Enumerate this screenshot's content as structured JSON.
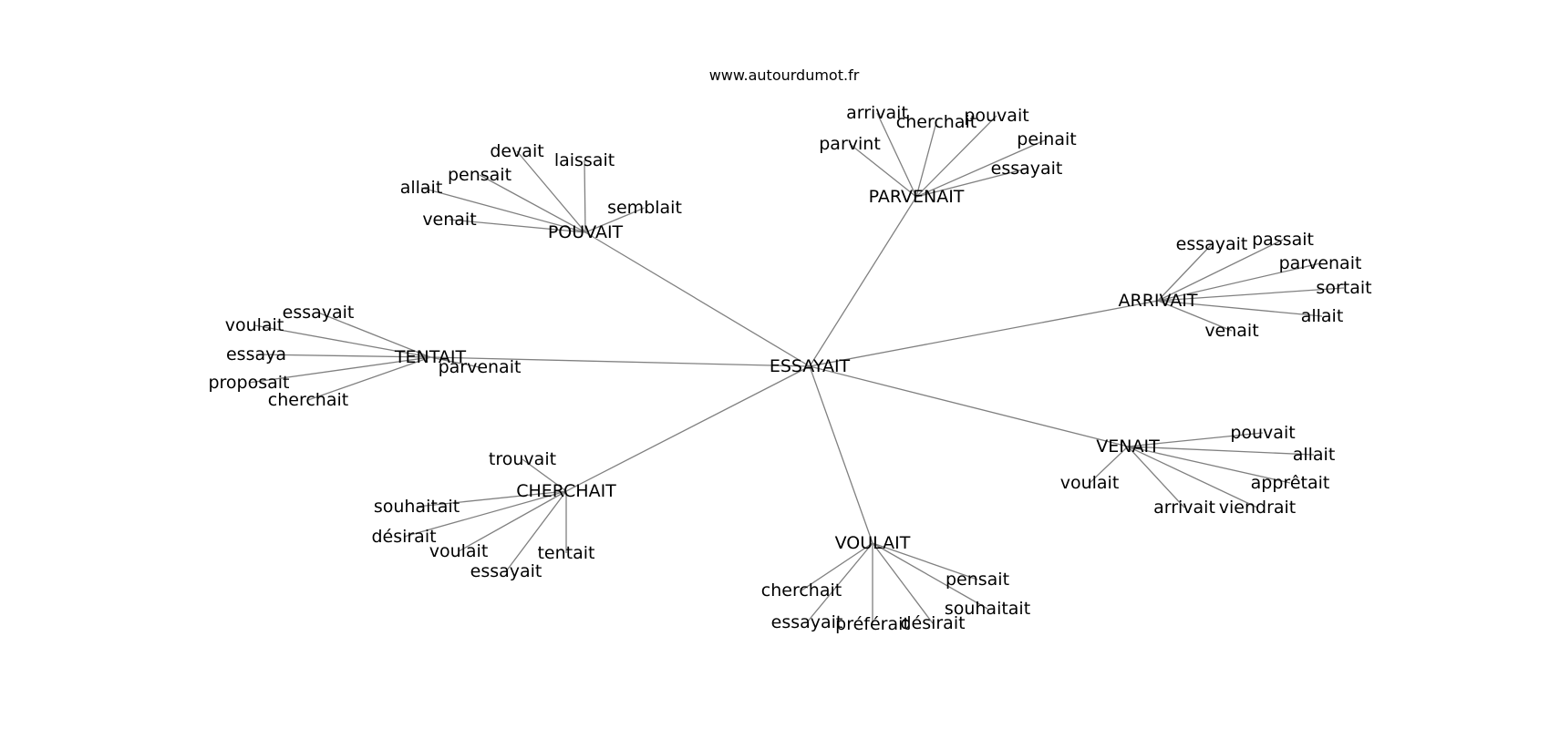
{
  "source": "www.autourdumot.fr",
  "center": "ESSAYAIT",
  "hubs": [
    {
      "id": "parvenait",
      "label": "PARVENAIT",
      "leaves": [
        "arrivait",
        "cherchait",
        "pouvait",
        "peinait",
        "essayait",
        "parvint"
      ]
    },
    {
      "id": "pouvait",
      "label": "POUVAIT",
      "leaves": [
        "devait",
        "laissait",
        "semblait",
        "pensait",
        "allait",
        "venait"
      ]
    },
    {
      "id": "tentait",
      "label": "TENTAIT",
      "leaves": [
        "essayait",
        "voulait",
        "essaya",
        "proposait",
        "cherchait",
        "parvenait"
      ]
    },
    {
      "id": "arrivait",
      "label": "ARRIVAIT",
      "leaves": [
        "essayait",
        "passait",
        "parvenait",
        "sortait",
        "allait",
        "venait"
      ]
    },
    {
      "id": "venait",
      "label": "VENAIT",
      "leaves": [
        "pouvait",
        "allait",
        "apprêtait",
        "viendrait",
        "arrivait",
        "voulait"
      ]
    },
    {
      "id": "voulait",
      "label": "VOULAIT",
      "leaves": [
        "pensait",
        "souhaitait",
        "désirait",
        "préférait",
        "essayait",
        "cherchait"
      ]
    },
    {
      "id": "cherchait",
      "label": "CHERCHAIT",
      "leaves": [
        "trouvait",
        "souhaitait",
        "désirait",
        "voulait",
        "essayait",
        "tentait"
      ]
    }
  ]
}
